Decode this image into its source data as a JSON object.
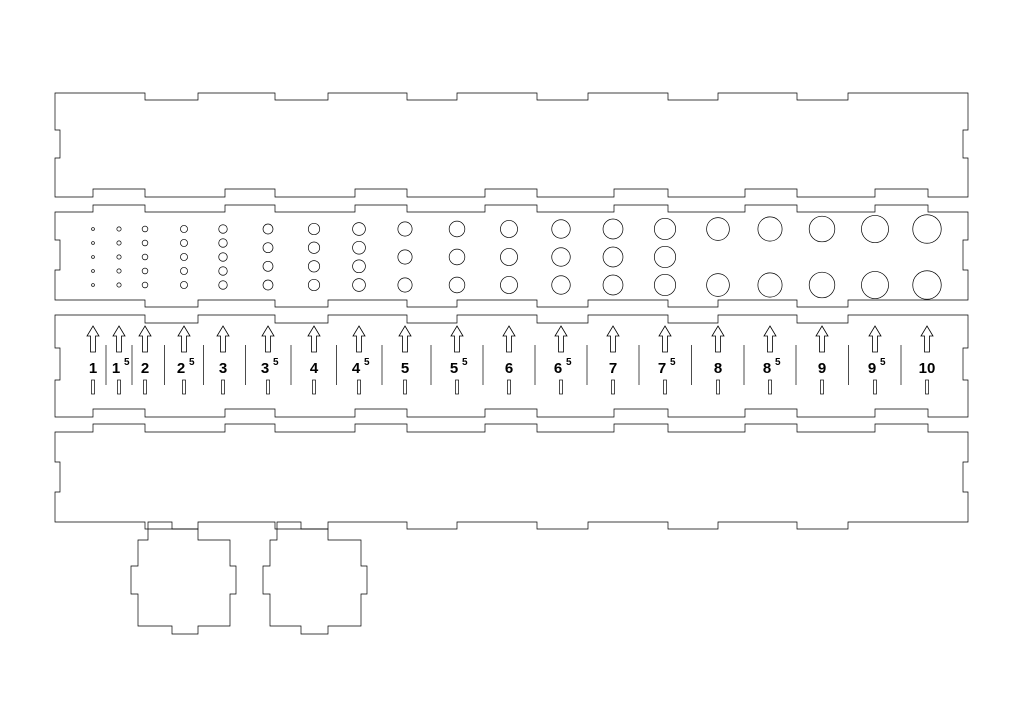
{
  "drawing": {
    "type": "laser-cut drill bit holder template",
    "stroke_color": "#000000",
    "background_color": "#ffffff"
  },
  "sizes": [
    {
      "main": "1",
      "sup": "",
      "holes": 5,
      "d": 3
    },
    {
      "main": "1",
      "sup": "5",
      "holes": 5,
      "d": 4.5
    },
    {
      "main": "2",
      "sup": "",
      "holes": 5,
      "d": 6
    },
    {
      "main": "2",
      "sup": "5",
      "holes": 5,
      "d": 7.5
    },
    {
      "main": "3",
      "sup": "",
      "holes": 5,
      "d": 9
    },
    {
      "main": "3",
      "sup": "5",
      "holes": 4,
      "d": 10.5
    },
    {
      "main": "4",
      "sup": "",
      "holes": 4,
      "d": 12
    },
    {
      "main": "4",
      "sup": "5",
      "holes": 4,
      "d": 13.5
    },
    {
      "main": "5",
      "sup": "",
      "holes": 3,
      "d": 15
    },
    {
      "main": "5",
      "sup": "5",
      "holes": 3,
      "d": 16.5
    },
    {
      "main": "6",
      "sup": "",
      "holes": 3,
      "d": 18
    },
    {
      "main": "6",
      "sup": "5",
      "holes": 3,
      "d": 19.5
    },
    {
      "main": "7",
      "sup": "",
      "holes": 3,
      "d": 21
    },
    {
      "main": "7",
      "sup": "5",
      "holes": 3,
      "d": 22.5
    },
    {
      "main": "8",
      "sup": "",
      "holes": 2,
      "d": 24
    },
    {
      "main": "8",
      "sup": "5",
      "holes": 2,
      "d": 25.5
    },
    {
      "main": "9",
      "sup": "",
      "holes": 2,
      "d": 27
    },
    {
      "main": "9",
      "sup": "5",
      "holes": 2,
      "d": 28.5
    },
    {
      "main": "10",
      "sup": "",
      "holes": 2,
      "d": 30
    }
  ]
}
